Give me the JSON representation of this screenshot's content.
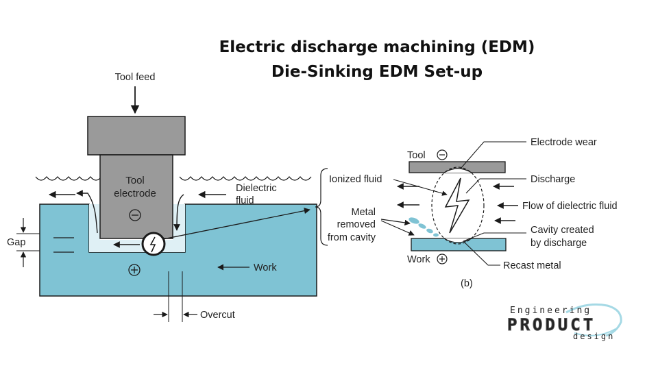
{
  "title": {
    "line1": "Electric discharge machining (EDM)",
    "line2": "Die-Sinking EDM Set-up"
  },
  "left_diagram": {
    "tool_feed": "Tool feed",
    "tool_line1": "Tool",
    "tool_line2": "electrode",
    "dielectric_line1": "Dielectric",
    "dielectric_line2": "fluid",
    "gap": "Gap",
    "work": "Work",
    "overcut": "Overcut",
    "minus": "−",
    "plus": "+"
  },
  "right_diagram": {
    "tool": "Tool",
    "electrode_wear": "Electrode wear",
    "ionized_fluid": "Ionized fluid",
    "discharge": "Discharge",
    "metal_line1": "Metal",
    "metal_line2": "removed",
    "metal_line3": "from cavity",
    "flow": "Flow of dielectric fluid",
    "cavity_line1": "Cavity created",
    "cavity_line2": "by discharge",
    "work": "Work",
    "recast": "Recast metal",
    "caption": "(b)"
  },
  "logo": {
    "line1": "Engineering",
    "line2": "PRODUCT",
    "line3": "design"
  },
  "colors": {
    "fluid": "#7fc3d4",
    "tool": "#9a9a9a",
    "line": "#1a1a1a"
  }
}
